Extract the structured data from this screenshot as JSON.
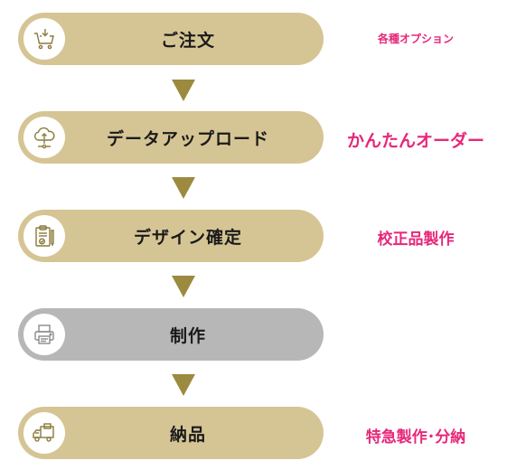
{
  "steps": [
    {
      "label": "ご注文",
      "icon": "cart-download-icon",
      "state": "active"
    },
    {
      "label": "データアップロード",
      "icon": "cloud-upload-icon",
      "state": "active"
    },
    {
      "label": "デザイン確定",
      "icon": "clipboard-check-icon",
      "state": "active"
    },
    {
      "label": "制作",
      "icon": "printer-icon",
      "state": "inactive"
    },
    {
      "label": "納品",
      "icon": "delivery-truck-icon",
      "state": "active"
    }
  ],
  "side_labels": {
    "order": "各種オプション",
    "upload": "かんたんオーダー",
    "design": "校正品製作",
    "delivery": "特急製作･分納"
  },
  "colors": {
    "step_active": "#d6c594",
    "step_inactive": "#b7b7b7",
    "arrow": "#9c8a3e",
    "accent_text": "#e6287a"
  }
}
